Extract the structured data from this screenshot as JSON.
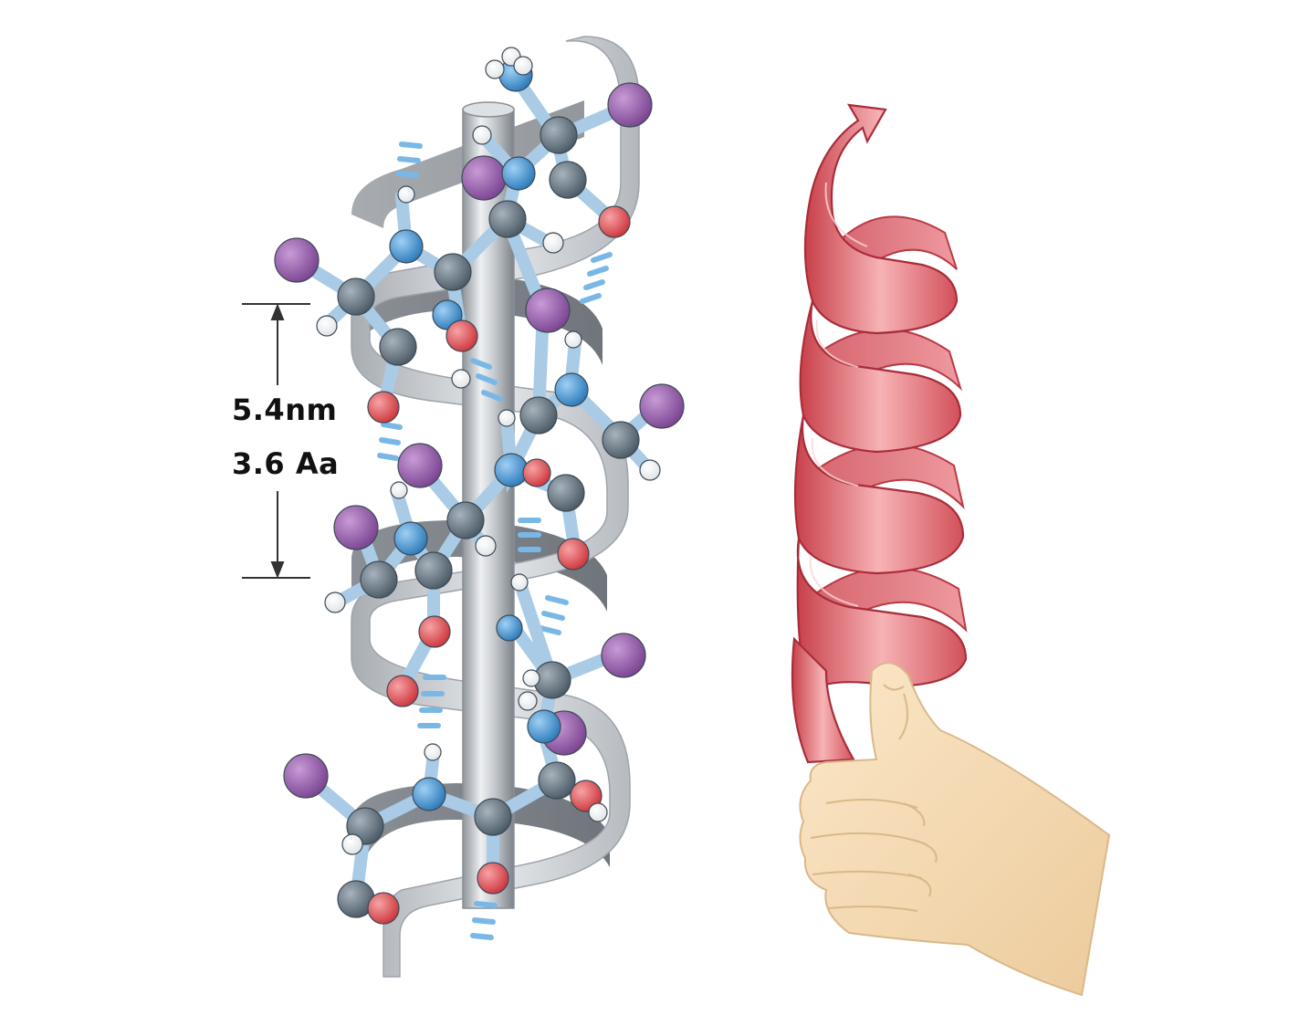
{
  "measurement": {
    "pitch_label": "5.4nm",
    "residues_label": "3.6 Aa"
  },
  "colors": {
    "carbon": "#5d6c78",
    "nitrogen": "#3b8fd0",
    "oxygen": "#e0474c",
    "hydrogen": "#ffffff",
    "side_chain": "#8f56a3",
    "bond": "#a9cbe6",
    "hydrogen_bond": "#79b8e6",
    "axis_rod": "#c4c9ce",
    "ribbon": "#bfc4c9",
    "red_helix": "#d9555f",
    "hand_skin": "#f6ddb8"
  },
  "icons": {
    "left": "alpha-helix-ball-and-stick-model",
    "right": "right-hand-rule-helix"
  }
}
